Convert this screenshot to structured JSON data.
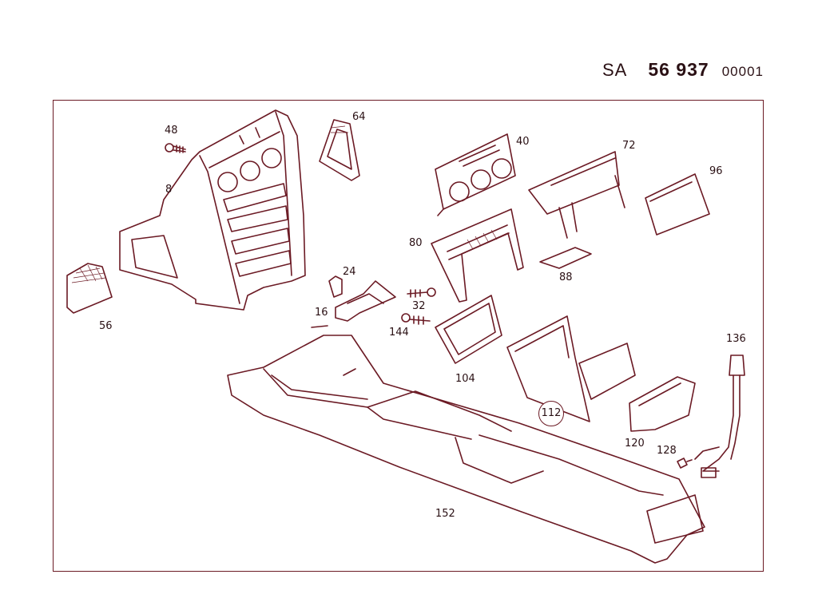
{
  "header": {
    "prefix": "SA",
    "number": "56 937",
    "suffix": "00001"
  },
  "callouts": {
    "p8": "8",
    "p16": "16",
    "p24": "24",
    "p32": "32",
    "p40": "40",
    "p48": "48",
    "p56": "56",
    "p64": "64",
    "p72": "72",
    "p80": "80",
    "p88": "88",
    "p96": "96",
    "p104": "104",
    "p112": "112",
    "p120": "120",
    "p128": "128",
    "p136": "136",
    "p144": "144",
    "p152": "152"
  },
  "colors": {
    "line": "#6b1a24",
    "background": "#ffffff"
  }
}
